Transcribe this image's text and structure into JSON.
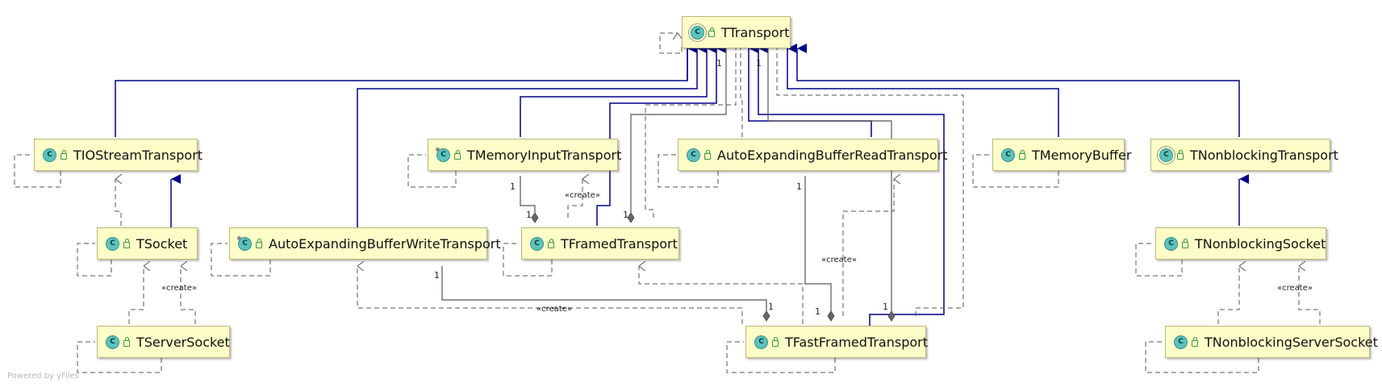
{
  "diagram": {
    "watermark": "Powered by yFiles",
    "edge_labels": {
      "create": "«create»",
      "multiplicity": "1"
    },
    "colors": {
      "node_fill": "#fdfdc8",
      "node_border": "#b8b87a",
      "inheritance": "#00008b",
      "dependency": "#555555",
      "class_icon": "#5cc2bd"
    },
    "classes": [
      {
        "id": "TTransport",
        "name": "TTransport",
        "icon": "class-icon-bracketed"
      },
      {
        "id": "TIOStreamTransport",
        "name": "TIOStreamTransport",
        "icon": "class-icon"
      },
      {
        "id": "TMemoryInputTransport",
        "name": "TMemoryInputTransport",
        "icon": "class-icon-abstract"
      },
      {
        "id": "AutoExpandingBufferReadTransport",
        "name": "AutoExpandingBufferReadTransport",
        "icon": "class-icon"
      },
      {
        "id": "TMemoryBuffer",
        "name": "TMemoryBuffer",
        "icon": "class-icon"
      },
      {
        "id": "TNonblockingTransport",
        "name": "TNonblockingTransport",
        "icon": "class-icon-bracketed"
      },
      {
        "id": "TSocket",
        "name": "TSocket",
        "icon": "class-icon"
      },
      {
        "id": "AutoExpandingBufferWriteTransport",
        "name": "AutoExpandingBufferWriteTransport",
        "icon": "class-icon-abstract"
      },
      {
        "id": "TFramedTransport",
        "name": "TFramedTransport",
        "icon": "class-icon"
      },
      {
        "id": "TNonblockingSocket",
        "name": "TNonblockingSocket",
        "icon": "class-icon"
      },
      {
        "id": "TServerSocket",
        "name": "TServerSocket",
        "icon": "class-icon"
      },
      {
        "id": "TFastFramedTransport",
        "name": "TFastFramedTransport",
        "icon": "class-icon"
      },
      {
        "id": "TNonblockingServerSocket",
        "name": "TNonblockingServerSocket",
        "icon": "class-icon"
      }
    ]
  }
}
